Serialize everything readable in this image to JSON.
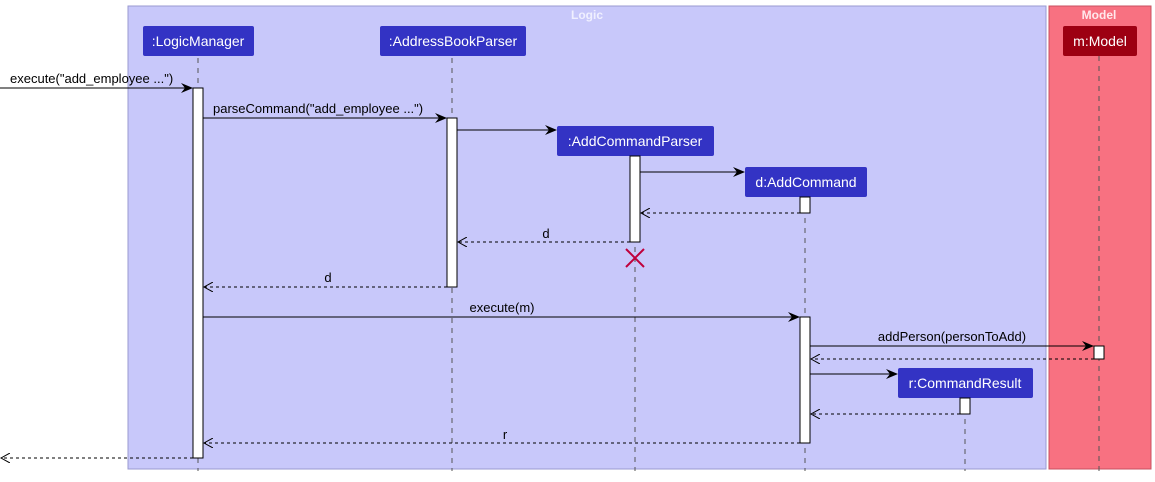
{
  "colors": {
    "logic_group_fill": "#c8c8fa",
    "logic_group_stroke": "#9a9ad0",
    "logic_title": "#f0f0ff",
    "model_group_fill": "#f87181",
    "model_group_stroke": "#c85060",
    "model_title": "#ffe8ec",
    "logic_participant": "#3333c4",
    "model_participant": "#9d0012",
    "destroy_mark": "#c0003c",
    "line": "#000000"
  },
  "groups": {
    "logic": "Logic",
    "model": "Model"
  },
  "participants": {
    "logic_manager": ":LogicManager",
    "parser": ":AddressBookParser",
    "add_command_parser": ":AddCommandParser",
    "add_command": "d:AddCommand",
    "command_result": "r:CommandResult",
    "model": "m:Model"
  },
  "messages": {
    "execute_call": "execute(\"add_employee ...\")",
    "parse_command": "parseCommand(\"add_employee ...\")",
    "return_d_parser": "d",
    "return_d_manager": "d",
    "execute_m": "execute(m)",
    "add_person": "addPerson(personToAdd)",
    "return_r": "r"
  }
}
